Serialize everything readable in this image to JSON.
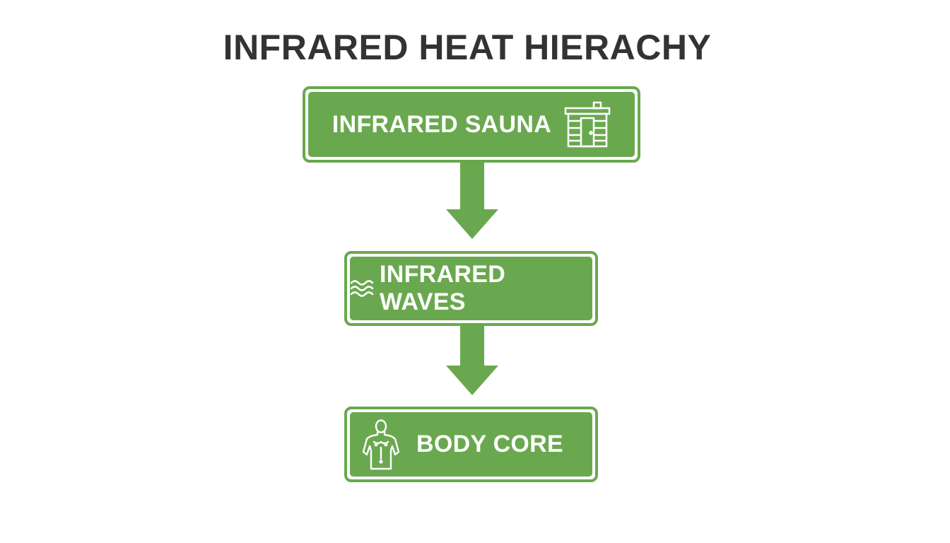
{
  "title": "INFRARED HEAT HIERACHY",
  "nodes": [
    {
      "label": "INFRARED SAUNA",
      "icon": "sauna-cabin-icon"
    },
    {
      "label": "INFRARED WAVES",
      "icon": "waves-icon"
    },
    {
      "label": "BODY CORE",
      "icon": "human-torso-icon"
    }
  ],
  "colors": {
    "node_fill": "#6aa84f",
    "arrow_fill": "#6aa84f",
    "title_text": "#333333",
    "node_text": "#ffffff"
  }
}
